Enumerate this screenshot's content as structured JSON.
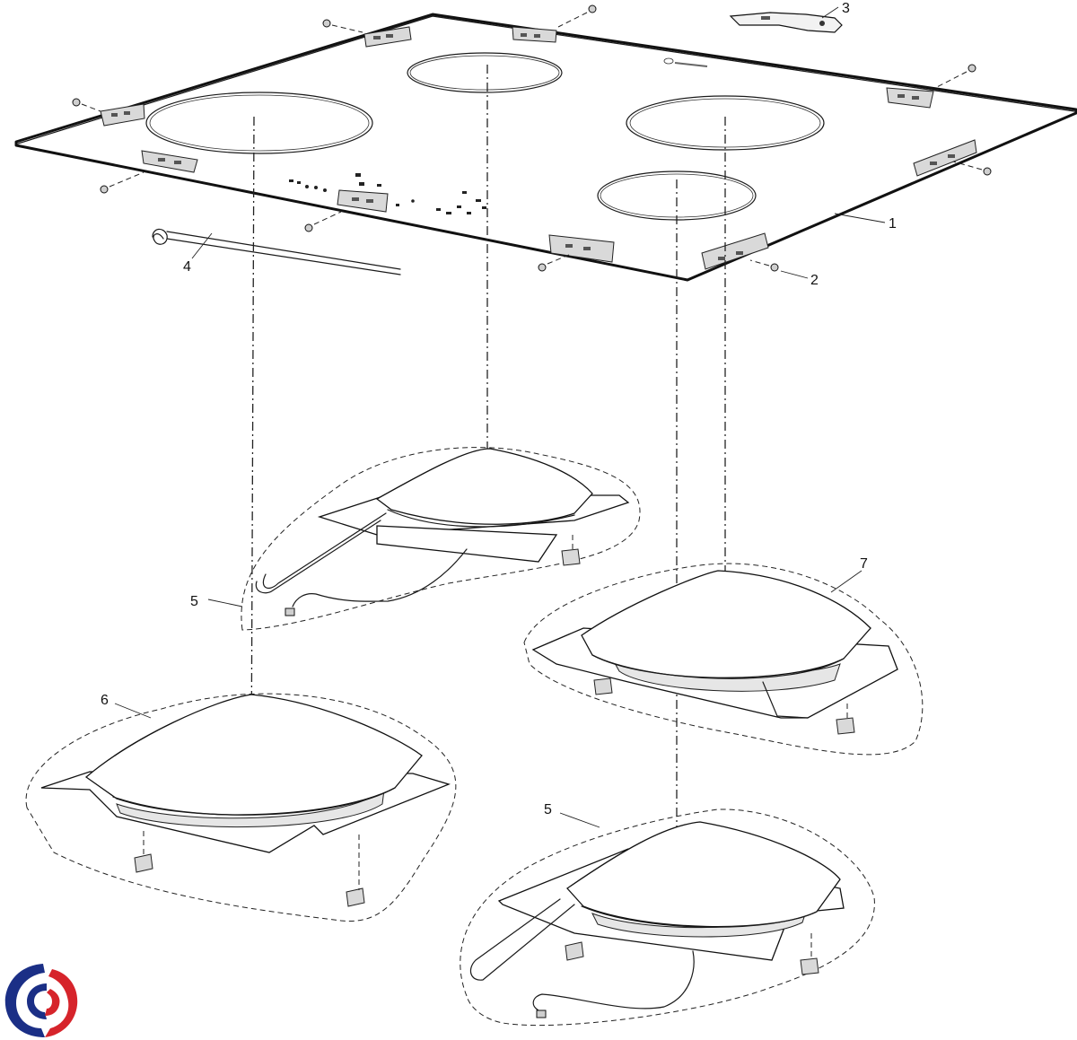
{
  "callouts": {
    "n1": "1",
    "n2": "2",
    "n3": "3",
    "n4": "4",
    "n5a": "5",
    "n5b": "5",
    "n6": "6",
    "n7": "7"
  },
  "logo": {
    "colors": [
      "#1b2f86",
      "#d6242b"
    ]
  }
}
